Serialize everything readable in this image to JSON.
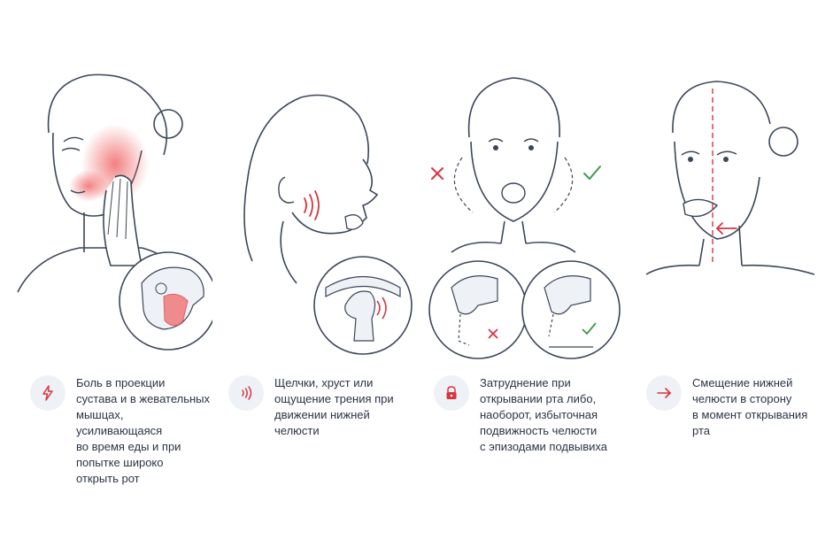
{
  "colors": {
    "line": "#3b4658",
    "skin": "#ffffff",
    "accent_red": "#d8343f",
    "pain_red": "#f06a6a",
    "check_green": "#3d9a4e",
    "icon_bg": "#eef1f6",
    "text": "#2b3446"
  },
  "panels": [
    {
      "id": "pain",
      "icon": "lightning-bolt-icon",
      "caption": "Боль в проекции\nсустава и в жевательных\nмышцах, усиливающаяся\nво время еды и при\nпопытке широко\nоткрыть рот"
    },
    {
      "id": "clicking",
      "icon": "sound-waves-icon",
      "caption": "Щелчки, хруст или\nощущение трения при\nдвижении нижней\nчелюсти"
    },
    {
      "id": "mobility",
      "icon": "padlock-icon",
      "caption": "Затруднение при\nоткрывании рта либо,\nнаоборот, избыточная\nподвижность челюсти\nс эпизодами подвывиха"
    },
    {
      "id": "deviation",
      "icon": "arrow-right-icon",
      "caption": "Смещение нижней\nчелюсти в сторону\nв момент открывания\nрта"
    }
  ]
}
